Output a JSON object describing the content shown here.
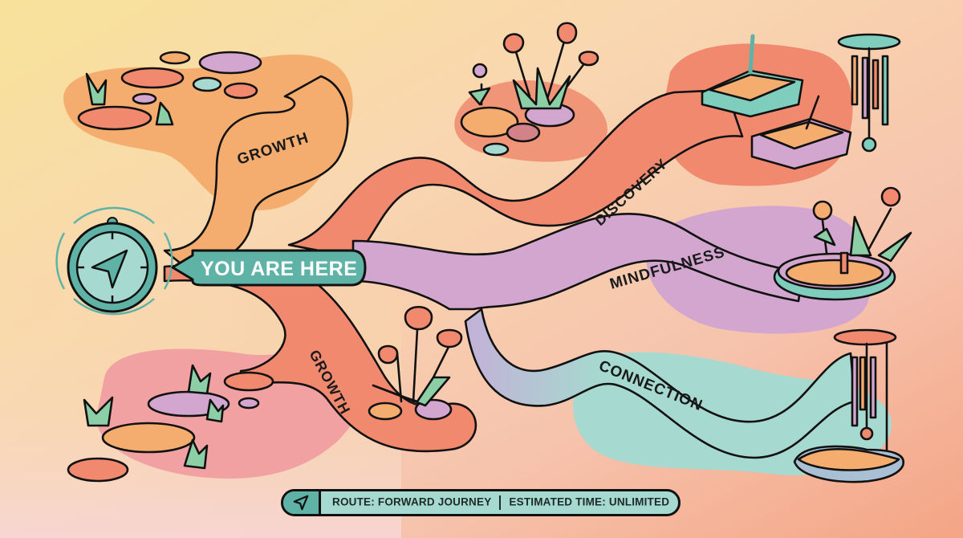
{
  "map": {
    "marker_label": "YOU ARE HERE",
    "paths": [
      {
        "id": "growth-top",
        "label": "GROWTH",
        "color": "#f4ad6e"
      },
      {
        "id": "discovery",
        "label": "DISCOVERY",
        "color": "#f0896e"
      },
      {
        "id": "mindfulness",
        "label": "MINDFULNESS",
        "color": "#d3a6cf"
      },
      {
        "id": "connection",
        "label": "CONNECTION",
        "color": "#a6d9cf"
      },
      {
        "id": "growth-bottom",
        "label": "GROWTH",
        "color": "#f0896e"
      }
    ],
    "icons": {
      "compass": "compass-icon",
      "navigation_arrow": "navigation-arrow-icon"
    }
  },
  "route_bar": {
    "route": "ROUTE: FORWARD JOURNEY",
    "estimated_time": "ESTIMATED TIME: UNLIMITED"
  },
  "colors": {
    "background_top_left": "#f8e29a",
    "background_bottom_right": "#f4a585",
    "teal": "#5fb3a6",
    "teal_light": "#a6d9cf",
    "orange": "#f4ad6e",
    "coral": "#f0896e",
    "lavender": "#d3a6cf",
    "pink_blob": "#f2a1a3",
    "outline": "#111111"
  }
}
